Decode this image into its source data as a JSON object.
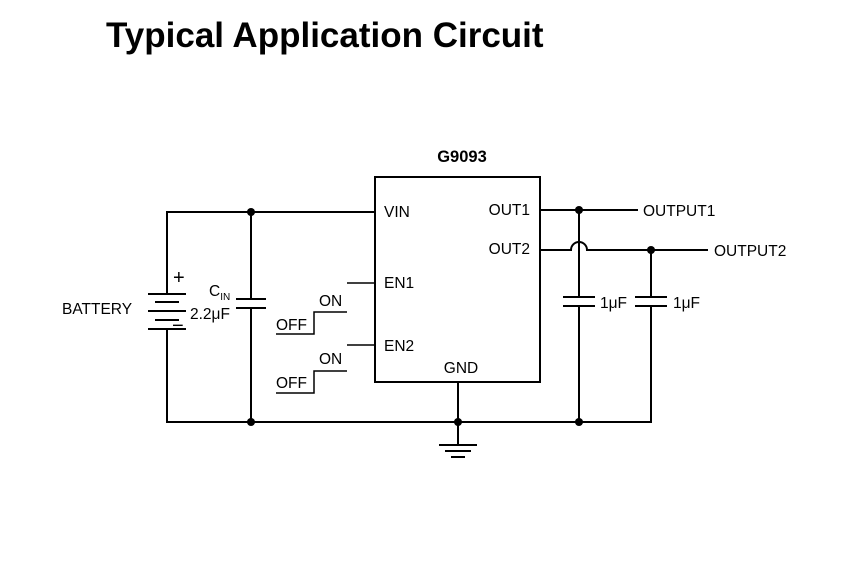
{
  "title": "Typical Application Circuit",
  "ic": {
    "part_number": "G9093",
    "pins": {
      "vin": "VIN",
      "en1": "EN1",
      "en2": "EN2",
      "out1": "OUT1",
      "out2": "OUT2",
      "gnd": "GND"
    }
  },
  "battery": {
    "label": "BATTERY",
    "plus": "+",
    "minus": "−"
  },
  "input_cap": {
    "name_main": "C",
    "name_sub": "IN",
    "value": "2.2μF"
  },
  "switches": {
    "en1": {
      "on": "ON",
      "off": "OFF"
    },
    "en2": {
      "on": "ON",
      "off": "OFF"
    }
  },
  "output_caps": [
    {
      "value": "1μF"
    },
    {
      "value": "1μF"
    }
  ],
  "outputs": {
    "output1": "OUTPUT1",
    "output2": "OUTPUT2"
  }
}
